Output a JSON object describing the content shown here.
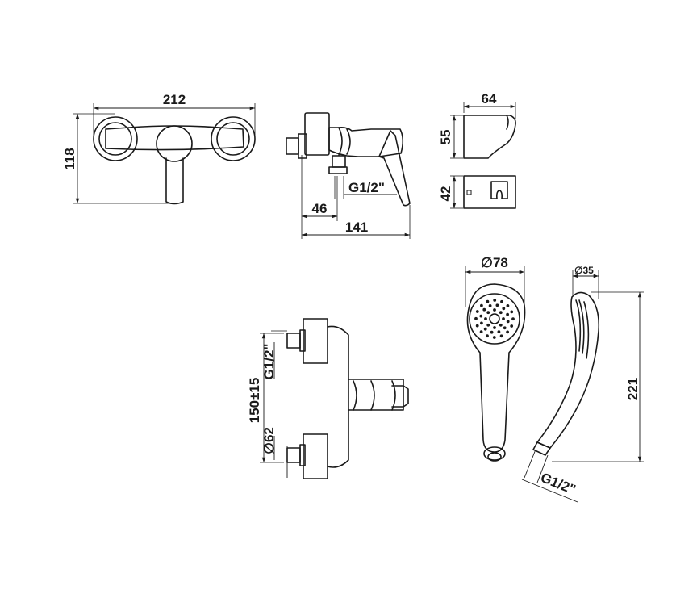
{
  "front_view": {
    "width_label": "212",
    "height_label": "118"
  },
  "side_view": {
    "thread_label": "G1/2\"",
    "offset_label": "46",
    "depth_label": "141"
  },
  "holder_side": {
    "width_label": "64",
    "height_label": "55"
  },
  "holder_front": {
    "height_label": "42"
  },
  "wall_view": {
    "centers_label": "150±15",
    "thread_label": "G1/2\"",
    "flange_label": "∅62"
  },
  "handshower_front": {
    "diameter_label": "∅78"
  },
  "handshower_side": {
    "diameter_label": "∅35",
    "length_label": "221",
    "thread_label": "G1/2\""
  }
}
